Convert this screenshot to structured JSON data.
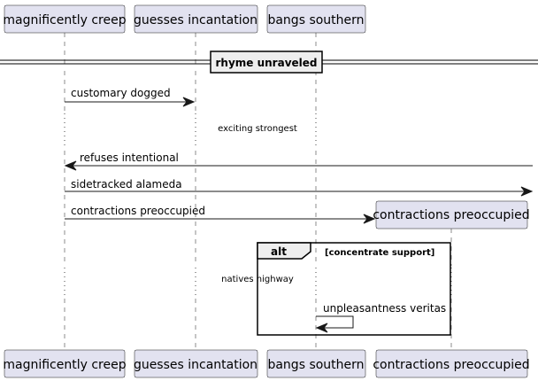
{
  "participants": [
    {
      "name": "magnificently creep"
    },
    {
      "name": "guesses incantation"
    },
    {
      "name": "bangs southern"
    },
    {
      "name": "contractions preoccupied"
    }
  ],
  "divider": {
    "label": "rhyme unraveled"
  },
  "messages": [
    {
      "label": "customary dogged"
    },
    {
      "label": "refuses intentional"
    },
    {
      "label": "sidetracked alameda"
    },
    {
      "label": "contractions preoccupied"
    },
    {
      "label": "unpleasantness veritas"
    }
  ],
  "delays": [
    {
      "label": "exciting strongest"
    },
    {
      "label": "natives highway"
    }
  ],
  "alt_fragment": {
    "keyword": "alt",
    "guard": "[concentrate support]"
  },
  "colors": {
    "participant_fill": "#e2e2f0",
    "line": "#181818",
    "fragment_tab": "#eeeeee"
  }
}
